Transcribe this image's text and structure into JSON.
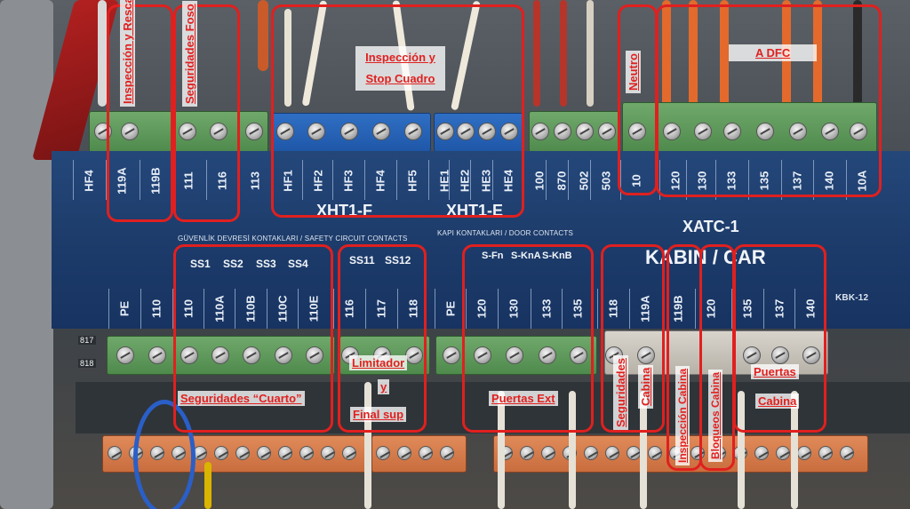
{
  "panel": {
    "top_pins": [
      "HF4",
      "119A",
      "119B",
      "111",
      "116",
      "113",
      "HF1",
      "HF2",
      "HF3",
      "HF4",
      "HF5",
      "HE1",
      "HE2",
      "HE3",
      "HE4",
      "100",
      "870",
      "502",
      "503",
      "10",
      "120",
      "130",
      "133",
      "135",
      "137",
      "140",
      "10A"
    ],
    "bus_labels": {
      "xht1f": "XHT1-F",
      "xht1e": "XHT1-E",
      "xatc": "XATC-1",
      "kabin": "KABIN / CAR",
      "kbk": "KBK-12"
    },
    "safety_header": "GÜVENLİK DEVRESİ KONTAKLARI / SAFETY CIRCUIT CONTACTS",
    "door_header": "KAPI KONTAKLARI / DOOR CONTACTS",
    "ss_left": [
      "SS1",
      "SS2",
      "SS3",
      "SS4"
    ],
    "ss_mid": [
      "SS11",
      "SS12"
    ],
    "door_contacts": [
      "S-Fn",
      "S-KnA",
      "S-KnB"
    ],
    "bottom_pins": [
      "PE",
      "110",
      "110",
      "110A",
      "110B",
      "110C",
      "110E",
      "116",
      "117",
      "118",
      "PE",
      "120",
      "130",
      "133",
      "135",
      "118",
      "119A",
      "119B",
      "120",
      "135",
      "137",
      "140"
    ],
    "side_tags": [
      "817",
      "818"
    ]
  },
  "annotations": {
    "inspeccion_rescate": "Inspección y Rescate",
    "seguridades_foso": "Seguridades Foso",
    "inspeccion_stop": "Inspección y Stop Cuadro",
    "neutro": "Neutro",
    "a_dfc": "A DFC",
    "seguridades_cuarto": "Seguridades “Cuarto”",
    "limitador_1": "Limitador",
    "limitador_2": "y",
    "limitador_3": "Final sup",
    "puertas_ext": "Puertas Ext",
    "seguridades_cabina_1": "Seguridades",
    "seguridades_cabina_2": "Cabina",
    "inspeccion_cabina": "Inspección Cabina",
    "bloqueos_cabina": "Bloqueos Cabina",
    "puertas_cabina_1": "Puertas",
    "puertas_cabina_2": "Cabina"
  },
  "colors": {
    "annotation_red": "#e0201f",
    "rail_blue": "#1d3c6b",
    "terminal_green": "#5d9a5a",
    "terminal_blue": "#2563b5",
    "terminal_orange": "#d3784a"
  }
}
